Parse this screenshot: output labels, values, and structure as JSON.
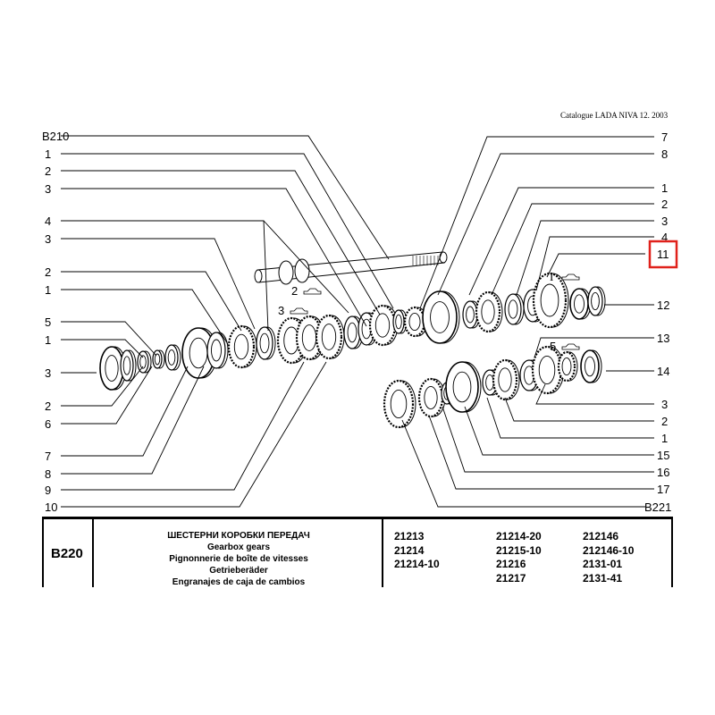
{
  "header": {
    "catalog": "Catalogue LADA NIVA 12. 2003"
  },
  "diagram": {
    "left_labels": [
      "B210",
      "1",
      "2",
      "3",
      "4",
      "3",
      "2",
      "1",
      "5",
      "1",
      "3",
      "2",
      "6",
      "7",
      "8",
      "9",
      "10"
    ],
    "right_labels": [
      "7",
      "8",
      "1",
      "2",
      "3",
      "4",
      "11",
      "12",
      "13",
      "14",
      "3",
      "2",
      "1",
      "15",
      "16",
      "17",
      "B221"
    ],
    "highlighted_label": "11",
    "highlight_color": "#e0211b",
    "annotations": [
      "2",
      "3",
      "I",
      "5"
    ]
  },
  "footer": {
    "code": "B220",
    "titles": [
      "ШЕСТЕРНИ  КОРОБКИ  ПЕРЕДАЧ",
      "Gearbox gears",
      "Pignonnerie de boîte de vitesses",
      "Getrieberäder",
      "Engranajes de caja de cambios"
    ],
    "models_col1": [
      "21213",
      "21214",
      "21214-10"
    ],
    "models_col2": [
      "21214-20",
      "21215-10",
      "21216",
      "21217"
    ],
    "models_col3": [
      "212146",
      "212146-10",
      "2131-01",
      "2131-41"
    ]
  }
}
